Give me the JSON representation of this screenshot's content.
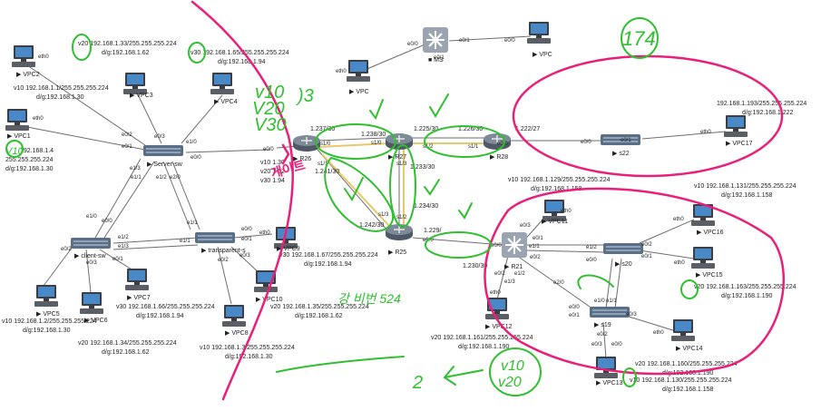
{
  "colors": {
    "link": "#6e6e6e",
    "active_link": "#e6c96a",
    "ink_pink": "#e8207a",
    "ink_green": "#2fbf2f",
    "pc_body": "#3b3f45",
    "pc_screen": "#4a89c8",
    "switch": "#5a6f86",
    "router": "#6d7a88",
    "ms": "#9aa5b1",
    "text": "#222222"
  },
  "labels": {
    "n_vpc2": "▶ VPC2",
    "n_vpc1": "▶ VPC1",
    "n_vpc3": "▶ VPC3",
    "n_vpc4": "▶ VPC4",
    "n_vpc5": "▶ VPC5",
    "n_vpc6": "▶ VPC6",
    "n_vpc7": "▶ VPC7",
    "n_vpc8": "▶ VPC8",
    "n_vpc9": "▶ VPC9",
    "n_vpc10": "▶ VPC10",
    "n_vpc11": "▶ VPC11",
    "n_vpc12": "▶ VPC12",
    "n_vpc13": "▶ VPC13",
    "n_vpc14": "▶ VPC14",
    "n_vpc15": "▶ VPC15",
    "n_vpc16": "▶ VPC16",
    "n_vpc17": "▶ VPC17",
    "n_vpc_top": "▶ VPC",
    "n_vpc_mid": "▶ VPC",
    "n_ms": "■ MS",
    "n_server": "▶ Server-sw",
    "n_client": "▶ client-sw",
    "n_transparent": "▶ transparent-s",
    "n_r26": "▶ R26",
    "n_r27": "▶ R27",
    "n_r28": "▶ R28",
    "n_r25": "▶ R25",
    "n_r21": "▶ R21",
    "n_s22": "▶ s22",
    "n_s20": "▶ s20",
    "n_s19": "▶ s19",
    "i01": "v20 192.168.1.33/255.255.255.224",
    "i02": "d/g:192.168.1.62",
    "i03": "v30 192.168.1.65/255.255.255.224",
    "i04": "d/g:192.168.1.94",
    "i05": "v10 192.168.1.1/255.255.255.224",
    "i06": "d/g:192.168.1.30",
    "i07": "192.168.1.4",
    "i08": "255.255.255.224",
    "i09": "d/g:192.168.1.30",
    "i10": "v10 1.30",
    "i11": "v20 1.62",
    "i12": "v30 1.94",
    "i13": "v30 192.168.1.67/255.255.255.224",
    "i14": "d/g:192.168.1.94",
    "i15": "v20 192.168.1.35/255.255.255.224",
    "i16": "d/g:192.168.1.62",
    "i17": "v30 192.168.1.66/255.255.255.224",
    "i18": "d/g:192.168.1.94",
    "i19": "v10 192.168.1.2/255.255.255.224",
    "i20": "d/g:192.168.1.30",
    "i21": "v20 192.168.1.34/255.255.255.224",
    "i22": "d/g:192.168.1.62",
    "i23": "v10 192.168.1.3/255.255.255.224",
    "i24": "d/g:192.168.1.30",
    "i25": "192.168.1.193/255.255.255.224",
    "i26": "d/g:192.168.1.222",
    "i27": "v10 192.168.1.129/255.255.255.224",
    "i28": "d/g:192.168.1.158",
    "i29": "v10 192.168.1.131/255.255.255.224",
    "i30": "d/g:192.168.1.158",
    "i31": "v20 192.168.1.163/255.255.255.224",
    "i32": "d/g:192.168.1.190",
    "i33": "v20 192.168.1.161/255.255.255.224",
    "i34": "d/g:192.168.1.190",
    "i35": "v20 192.168.1.160/255.255.255.224",
    "i36": "d/g:192.168.1.190",
    "i37": "v10 192.168.1.130/255.255.255.224",
    "i38": "d/g:192.168.1.158",
    "a_237": "1.237/30",
    "a_238": "1.238/30",
    "a_225": "1.225/30",
    "a_226": "1.226/30",
    "a_222": "1.222/27",
    "a_233": "1.233/30",
    "a_234": "1.234/30",
    "a_242": "1.242/30",
    "a_229": "1.229/",
    "a_230": "1.230/30",
    "a_241": "1.241/30",
    "p01": "eth0",
    "p02": "eth0",
    "p03": "e0/3",
    "p04": "e0/2",
    "p05": "e0/1",
    "p06": "e0/0",
    "p07": "e1/0",
    "p08": "e1/3",
    "p09": "e1/2",
    "p10": "e2/0",
    "p11": "e1/1",
    "p12": "e1/1",
    "p13": "e1/0",
    "p14": "e0/2",
    "p15": "e0/0",
    "p16": "e0/3",
    "p17": "e0/1",
    "p18": "e1/2",
    "p19": "e1/3",
    "p20": "e1/1",
    "p21": "e0/0",
    "p22": "e0/1",
    "p23": "e0/2",
    "p24": "e0/3",
    "p25": "eth0",
    "p26": "e0/0",
    "p27": "s1/0",
    "p28": "s1/1",
    "p29": "s1/0",
    "p30": "s1/2",
    "p31": "s1/3",
    "p32": "s1/1",
    "p33": "s1/2",
    "p34": "s1/3",
    "p35": "e0/0",
    "p36": "e0/0",
    "p37": "e0/0",
    "p38": "e0/1",
    "p39": "eth0",
    "p40": "e0/0",
    "p41": "e0/1",
    "p42": "e0/1",
    "p43": "e0/0",
    "p44": "e0/0",
    "p45": "e0/3",
    "p46": "e0/2",
    "p47": "e1/1",
    "p48": "e0/1",
    "p49": "e0/2",
    "p50": "e1/2",
    "p51": "e0/0",
    "p52": "e2/0",
    "p53": "e0/2",
    "p54": "e1/2",
    "p55": "e1/3",
    "p56": "e0/1",
    "p57": "e0/3",
    "p58": "e0/0",
    "p59": "eth0",
    "p60": "eth0",
    "p61": "eth0",
    "p62": "eth0",
    "p63": "eth0",
    "p64": "e0/1",
    "p65": "e0/2",
    "p66": "e1/1",
    "p67": "e1/0",
    "p68": "e0/0",
    "p69": "e0/3",
    "p70": "eth0",
    "h_v10": "v10",
    "h_v10_b": "V10",
    "h_v20": "V20",
    "h_v30": "V30",
    "h_3": ")3",
    "h_174": "174",
    "h_gw": "게이트",
    "h_2": "2",
    "h_v10_low": "v10",
    "h_v20_low": "v20",
    "h_korean": "강 비번 524"
  }
}
